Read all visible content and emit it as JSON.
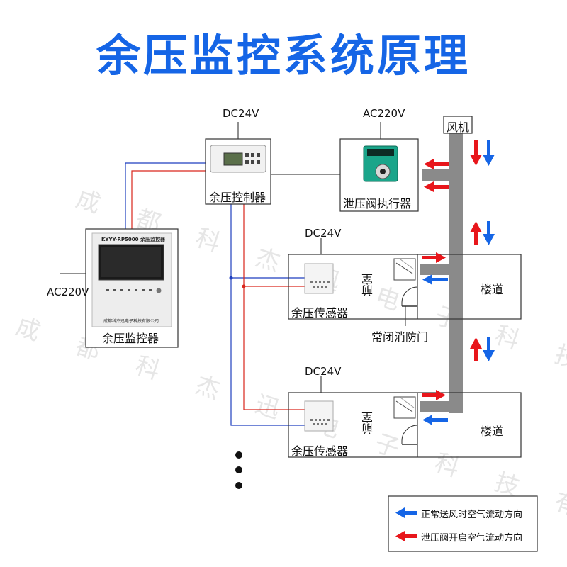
{
  "title": "余压监控系统原理",
  "labels": {
    "dc24v_controller": "DC24V",
    "ac220v_actuator": "AC220V",
    "fan": "风机",
    "pressure_controller": "余压控制器",
    "relief_valve_actuator": "泄压阀执行器",
    "ac220v_monitor": "AC220V",
    "pressure_monitor": "余压监控器",
    "dc24v_sensor_1": "DC24V",
    "sensor_1": "余压传感器",
    "anteroom_1": "前室",
    "stairway_1": "楼道",
    "fire_door": "常闭消防门",
    "dc24v_sensor_2": "DC24V",
    "sensor_2": "余压传感器",
    "anteroom_2": "前室",
    "stairway_2": "楼道"
  },
  "device_text": {
    "monitor_model": "KYYY-RP5000 余压监控器",
    "monitor_maker": "成都科杰迅电子科技有限公司"
  },
  "legend": [
    {
      "text": "正常送风时空气流动方向",
      "color": "#1565e6"
    },
    {
      "text": "泄压阀开启空气流动方向",
      "color": "#e8161b"
    }
  ],
  "watermark": "成都科杰迅电子科技有限公司",
  "colors": {
    "title": "#1565e6",
    "blue_wire": "#1e3fbf",
    "red_wire": "#d9261c",
    "duct": "#8a8a8a",
    "arrow_blue": "#1565e6",
    "arrow_red": "#e8161b"
  }
}
